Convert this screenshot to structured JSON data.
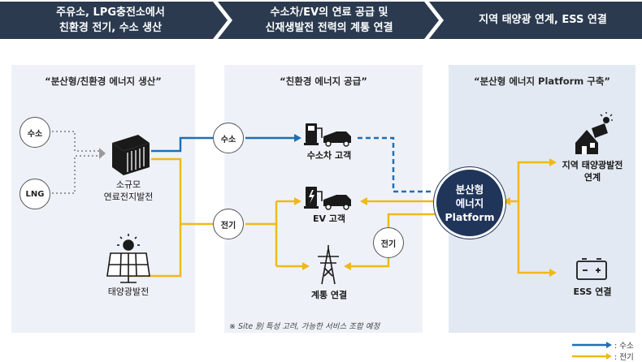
{
  "banner": {
    "step1_line1": "주유소, LPG충전소에서",
    "step1_line2": "친환경 전기, 수소 생산",
    "step2_line1": "수소차/EV의 연료 공급 및",
    "step2_line2": "신재생발전 전력의 계통 연결",
    "step3": "지역 태양광 연계, ESS 연결"
  },
  "panels": {
    "production_title": "“분산형/친환경 에너지 생산”",
    "supply_title": "“친환경 에너지 공급”",
    "platform_title": "“분산형 에너지 Platform 구축”"
  },
  "nodes": {
    "hydrogen_source": "수소",
    "lng_source": "LNG",
    "fuel_cell_line1": "소규모",
    "fuel_cell_line2": "연료전지발전",
    "solar_plant": "태양광발전",
    "hydrogen_carrier": "수소",
    "electricity_carrier": "전기",
    "electricity_carrier_2": "전기",
    "fcev_customer": "수소차 고객",
    "ev_customer": "EV 고객",
    "grid_connection": "계통 연결",
    "platform_line1": "분산형",
    "platform_line2": "에너지",
    "platform_line3": "Platform",
    "regional_solar_line1": "지역 태양광발전",
    "regional_solar_line2": "연계",
    "ess_connection": "ESS 연결"
  },
  "note": "※ Site 別 특성 고려, 가능한 서비스 조합 예정",
  "legend": {
    "hydrogen": ": 수소",
    "electricity": ": 전기"
  },
  "colors": {
    "banner": "#2b3a4f",
    "hydrogen_line": "#1f6fb5",
    "electricity_line": "#f0b81c",
    "panel_left": "#eef2f8",
    "panel_right": "#e3e9f2",
    "platform": "#20355a"
  }
}
